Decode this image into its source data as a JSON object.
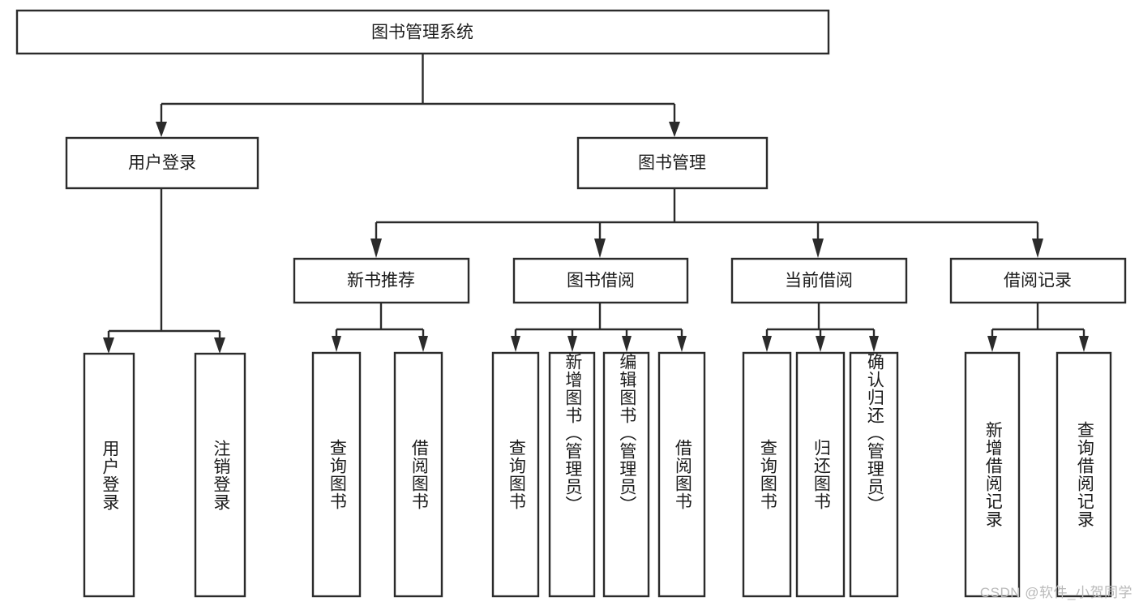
{
  "diagram": {
    "title": "图书管理系统",
    "type": "hierarchy-tree",
    "watermark": "CSDN @软件_小贺同学",
    "colors": {
      "stroke": "#2b2b2b",
      "fill": "#ffffff",
      "text": "#1b1b1b",
      "watermark": "#b9b9b9"
    },
    "levels": {
      "root": {
        "label": "图书管理系统"
      },
      "level2": [
        {
          "label": "用户登录"
        },
        {
          "label": "图书管理"
        }
      ],
      "level3": [
        {
          "label": "新书推荐"
        },
        {
          "label": "图书借阅"
        },
        {
          "label": "当前借阅"
        },
        {
          "label": "借阅记录"
        }
      ],
      "leaves": [
        {
          "label": "用户登录",
          "parent": "用户登录"
        },
        {
          "label": "注销登录",
          "parent": "用户登录"
        },
        {
          "label": "查询图书",
          "parent": "新书推荐"
        },
        {
          "label": "借阅图书",
          "parent": "新书推荐"
        },
        {
          "label": "查询图书",
          "parent": "图书借阅"
        },
        {
          "label": "新增图书（管理员）",
          "parent": "图书借阅"
        },
        {
          "label": "编辑图书（管理员）",
          "parent": "图书借阅"
        },
        {
          "label": "借阅图书",
          "parent": "图书借阅"
        },
        {
          "label": "查询图书",
          "parent": "当前借阅"
        },
        {
          "label": "归还图书",
          "parent": "当前借阅"
        },
        {
          "label": "确认归还（管理员）",
          "parent": "当前借阅"
        },
        {
          "label": "新增借阅记录",
          "parent": "借阅记录"
        },
        {
          "label": "查询借阅记录",
          "parent": "借阅记录"
        }
      ]
    }
  }
}
